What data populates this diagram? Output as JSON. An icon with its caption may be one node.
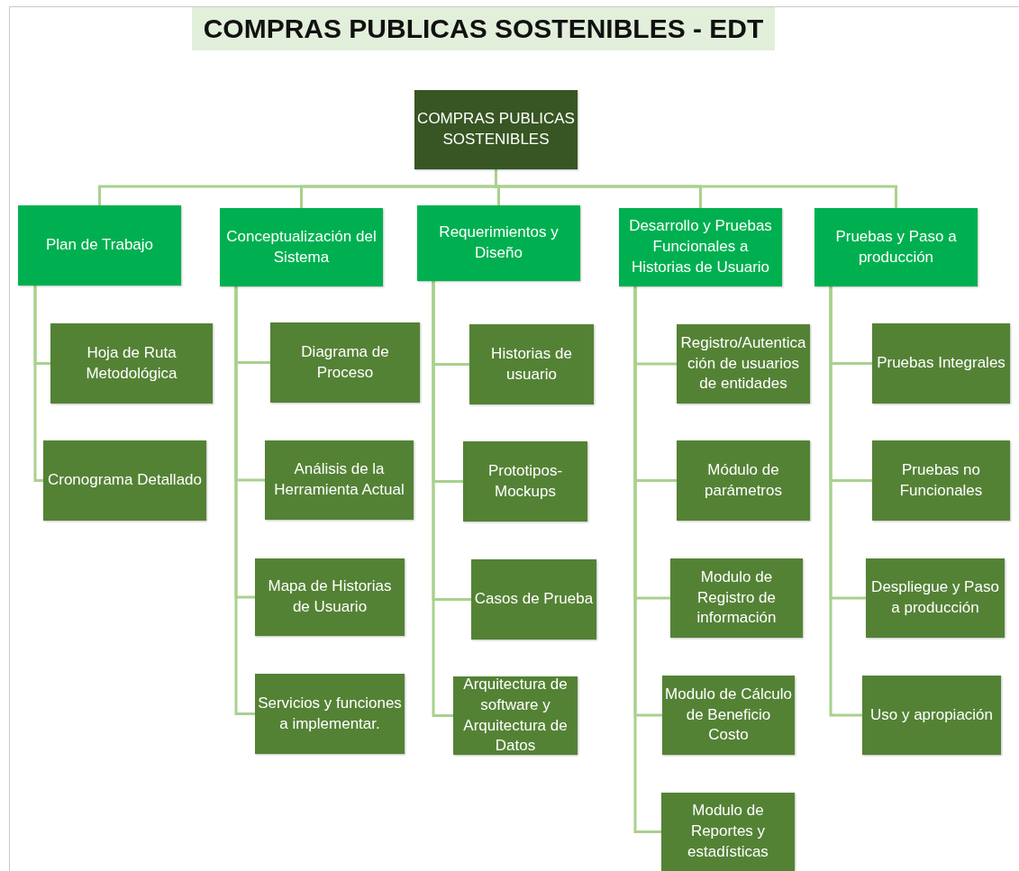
{
  "diagram": {
    "title": "COMPRAS PUBLICAS SOSTENIBLES - EDT",
    "nodes": [
      {
        "text": [
          "COMPRAS PUBLICAS SOSTENIBLES"
        ]
      },
      {
        "text": [
          "Plan de Trabajo"
        ]
      },
      {
        "text": [
          "Hoja de Ruta Metodológica"
        ]
      },
      {
        "text": [
          "Cronograma Detallado"
        ]
      },
      {
        "text": [
          "Conceptualización del Sistema"
        ]
      },
      {
        "text": [
          "Diagrama de Proceso"
        ]
      },
      {
        "text": [
          "Análisis de la Herramienta Actual"
        ]
      },
      {
        "text": [
          "Mapa de Historias de Usuario"
        ]
      },
      {
        "text": [
          "Servicios y funciones a implementar."
        ]
      },
      {
        "text": [
          "Requerimientos y Diseño"
        ]
      },
      {
        "text": [
          "Historias de usuario"
        ]
      },
      {
        "text": [
          "Prototipos-Mockups"
        ]
      },
      {
        "text": [
          "Casos de Prueba"
        ]
      },
      {
        "text": [
          "Arquitectura de software y Arquitectura de Datos"
        ]
      },
      {
        "text": [
          "Desarrollo y Pruebas Funcionales a Historias de Usuario"
        ]
      },
      {
        "text": [
          "Registro/Autenticación de usuarios de entidades"
        ]
      },
      {
        "text": [
          "Módulo de parámetros"
        ]
      },
      {
        "text": [
          "Modulo de Registro de información"
        ]
      },
      {
        "text": [
          "Modulo de Cálculo de Beneficio Costo"
        ]
      },
      {
        "text": [
          "Modulo de Reportes y estadísticas"
        ]
      },
      {
        "text": [
          "Pruebas y Paso a producción"
        ]
      },
      {
        "text": [
          "Pruebas Integrales"
        ]
      },
      {
        "text": [
          "Pruebas no Funcionales"
        ]
      },
      {
        "text": [
          "Despliegue y Paso a producción"
        ]
      },
      {
        "text": [
          "Uso y apropiación"
        ]
      }
    ],
    "edges": [
      {
        "from": 0,
        "to": 1,
        "arrow": "none"
      },
      {
        "from": 0,
        "to": 4,
        "arrow": "none"
      },
      {
        "from": 0,
        "to": 9,
        "arrow": "none"
      },
      {
        "from": 0,
        "to": 14,
        "arrow": "none"
      },
      {
        "from": 0,
        "to": 20,
        "arrow": "none"
      },
      {
        "from": 1,
        "to": 2,
        "arrow": "none"
      },
      {
        "from": 1,
        "to": 3,
        "arrow": "none"
      },
      {
        "from": 4,
        "to": 5,
        "arrow": "none"
      },
      {
        "from": 4,
        "to": 6,
        "arrow": "none"
      },
      {
        "from": 4,
        "to": 7,
        "arrow": "none"
      },
      {
        "from": 4,
        "to": 8,
        "arrow": "none"
      },
      {
        "from": 9,
        "to": 10,
        "arrow": "none"
      },
      {
        "from": 9,
        "to": 11,
        "arrow": "none"
      },
      {
        "from": 9,
        "to": 12,
        "arrow": "none"
      },
      {
        "from": 9,
        "to": 13,
        "arrow": "none"
      },
      {
        "from": 14,
        "to": 15,
        "arrow": "none"
      },
      {
        "from": 14,
        "to": 16,
        "arrow": "none"
      },
      {
        "from": 14,
        "to": 17,
        "arrow": "none"
      },
      {
        "from": 14,
        "to": 18,
        "arrow": "none"
      },
      {
        "from": 14,
        "to": 19,
        "arrow": "none"
      },
      {
        "from": 20,
        "to": 21,
        "arrow": "none"
      },
      {
        "from": 20,
        "to": 22,
        "arrow": "none"
      },
      {
        "from": 20,
        "to": 23,
        "arrow": "none"
      },
      {
        "from": 20,
        "to": 24,
        "arrow": "none"
      }
    ]
  }
}
